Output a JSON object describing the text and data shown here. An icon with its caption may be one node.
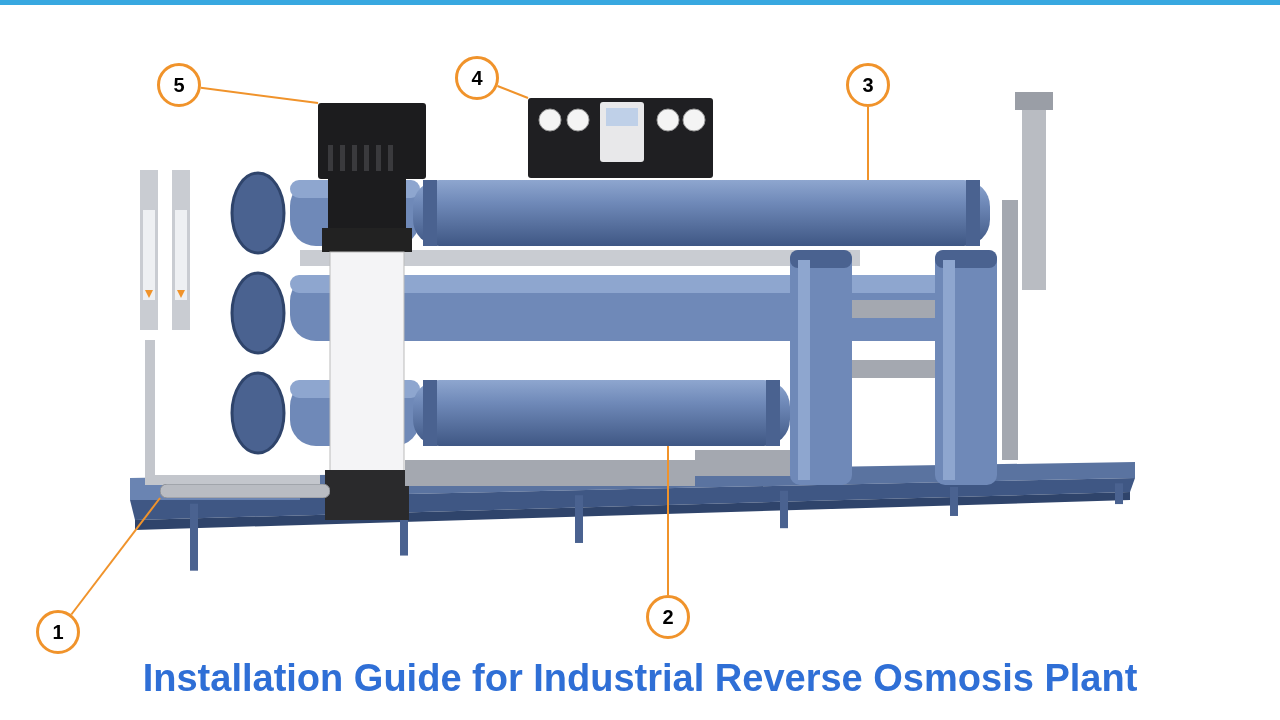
{
  "diagram": {
    "title": "Installation Guide for Industrial Reverse Osmosis Plant",
    "nodes": [
      {
        "text": [
          "5"
        ]
      },
      {
        "text": [
          "4"
        ]
      },
      {
        "text": [
          "3"
        ]
      },
      {
        "text": [
          "2"
        ]
      },
      {
        "text": [
          "1"
        ]
      },
      {
        "text": [],
        "shape": "picture"
      },
      {
        "text": [],
        "shape": "box"
      },
      {
        "text": [],
        "shape": "cylinder"
      },
      {
        "text": [],
        "shape": "cylinder"
      },
      {
        "text": [],
        "shape": "bar"
      }
    ],
    "edges": [
      {
        "from": 0,
        "to": 5,
        "arrow": "none"
      },
      {
        "from": 1,
        "to": 6,
        "arrow": "none"
      },
      {
        "from": 2,
        "to": 7,
        "arrow": "none"
      },
      {
        "from": 3,
        "to": 8,
        "arrow": "none"
      },
      {
        "from": 4,
        "to": 9,
        "arrow": "none"
      }
    ]
  }
}
